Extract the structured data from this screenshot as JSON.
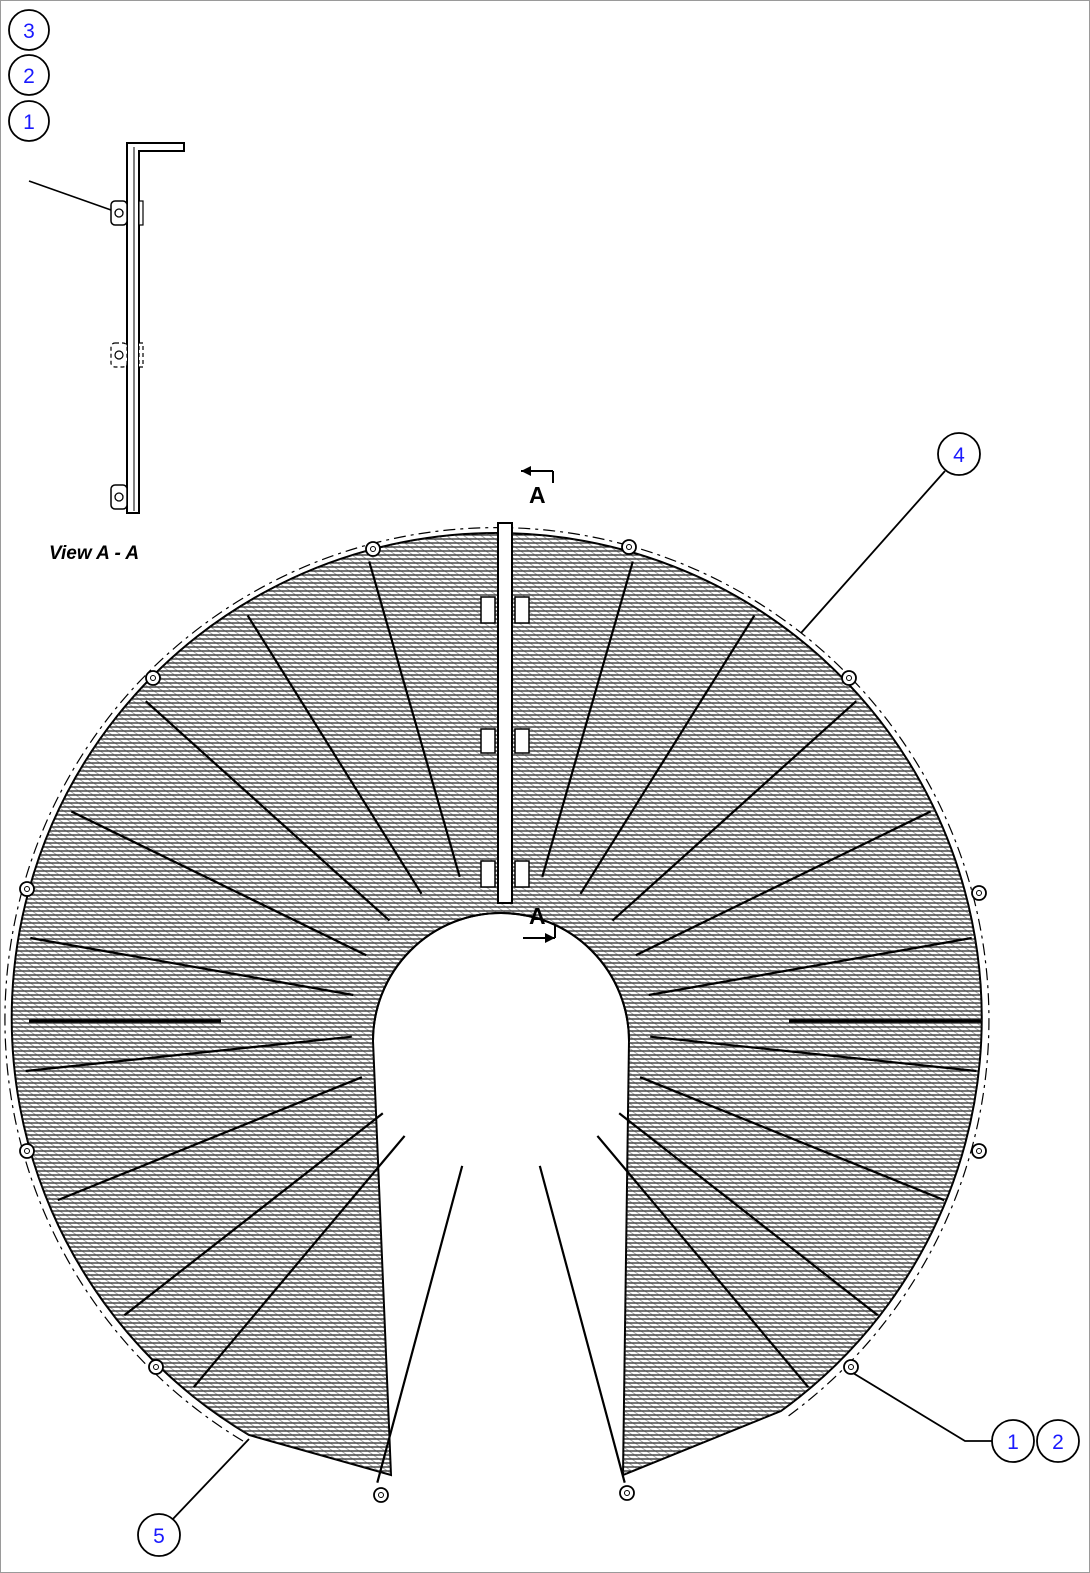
{
  "view_label": "View A - A",
  "section_marks": {
    "top": "A",
    "bottom": "A"
  },
  "callouts": {
    "stack_top": "3",
    "stack_middle": "2",
    "stack_bottom": "1",
    "item_4": "4",
    "item_5": "5",
    "item_1": "1",
    "item_2": "2"
  },
  "colors": {
    "callout_text": "#1a1aff",
    "line": "#000000",
    "paper": "#ffffff"
  }
}
